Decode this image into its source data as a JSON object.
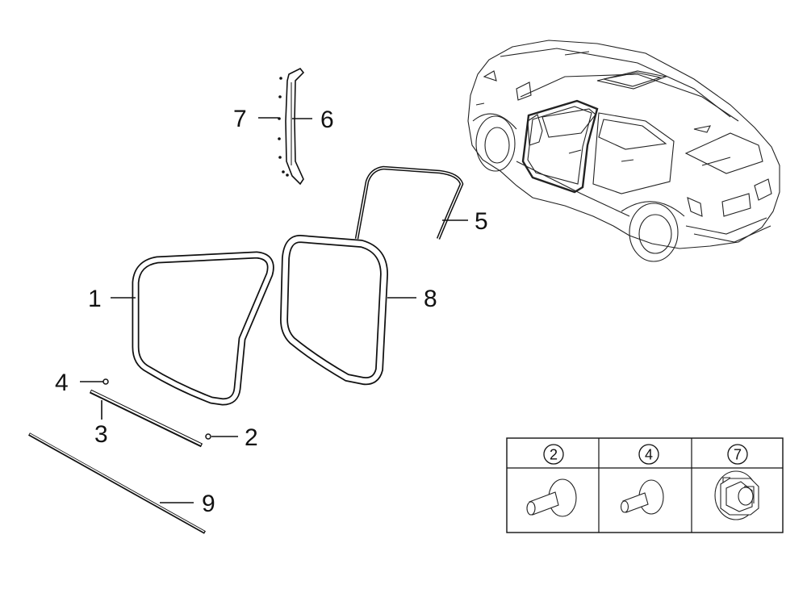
{
  "callouts": {
    "p1": "1",
    "p2": "2",
    "p3": "3",
    "p4": "4",
    "p5": "5",
    "p6": "6",
    "p7": "7",
    "p8": "8",
    "p9": "9"
  },
  "legend": {
    "cells": [
      {
        "number": "2",
        "icon": "push-clip-icon"
      },
      {
        "number": "4",
        "icon": "push-clip-icon"
      },
      {
        "number": "7",
        "icon": "retainer-clip-icon"
      }
    ]
  },
  "icons": {
    "vehicle": "suv-rear-three-quarter-icon"
  }
}
